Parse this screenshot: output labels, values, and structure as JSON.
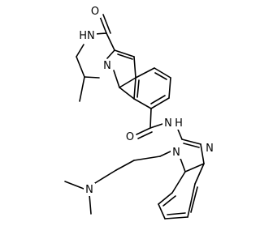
{
  "diagram": {
    "kind": "chemical-structure",
    "background_color": "#ffffff",
    "line_color": "#000000",
    "atom_labels": {
      "amide_nh_ring": "HN",
      "lactam_o": "O",
      "ring_n_indole": "N",
      "amide_nh_chain": "H",
      "amide_n_chain": "N",
      "carbonyl_o_chain": "O",
      "benzimidazole_n3": "N",
      "benzimidazole_n1": "N",
      "dimethylamino_n": "N"
    }
  }
}
